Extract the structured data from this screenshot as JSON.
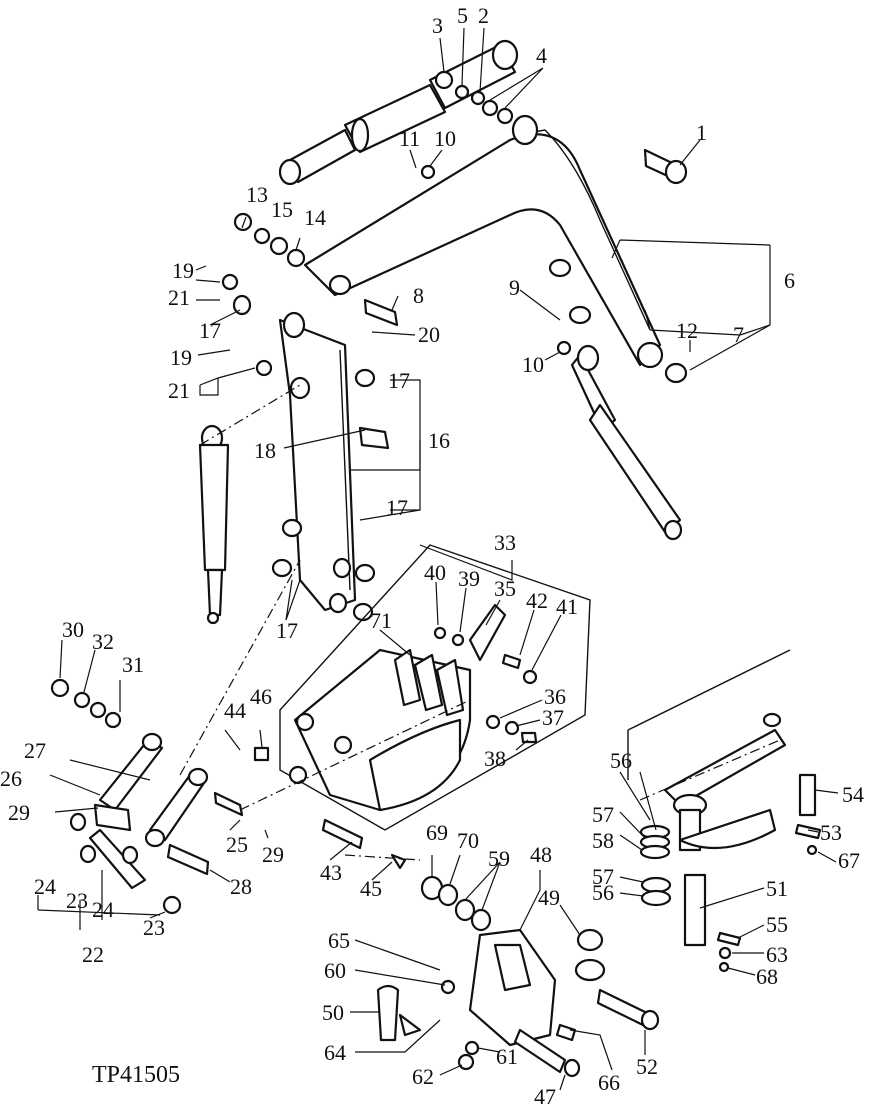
{
  "figure_code": "TP41505",
  "part_numbers": [
    "1",
    "2",
    "3",
    "4",
    "5",
    "6",
    "7",
    "8",
    "9",
    "10",
    "10",
    "11",
    "12",
    "13",
    "14",
    "15",
    "16",
    "17",
    "17",
    "17",
    "17",
    "17",
    "18",
    "19",
    "19",
    "20",
    "21",
    "21",
    "22",
    "23",
    "23",
    "24",
    "24",
    "25",
    "26",
    "27",
    "28",
    "29",
    "29",
    "30",
    "31",
    "32",
    "33",
    "35",
    "36",
    "37",
    "38",
    "39",
    "40",
    "41",
    "42",
    "43",
    "44",
    "45",
    "46",
    "47",
    "48",
    "49",
    "50",
    "51",
    "52",
    "53",
    "54",
    "55",
    "56",
    "56",
    "57",
    "57",
    "58",
    "59",
    "60",
    "61",
    "62",
    "63",
    "64",
    "65",
    "66",
    "67",
    "68",
    "69",
    "70",
    "71"
  ],
  "colors": {
    "ink": "#111111",
    "paper": "#ffffff"
  }
}
